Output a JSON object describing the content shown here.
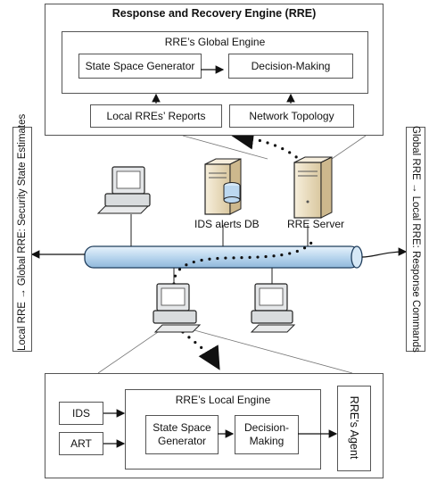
{
  "rre": {
    "title": "Response and Recovery Engine (RRE)",
    "global_engine": {
      "title": "RRE’s Global Engine",
      "state_space_generator": "State Space Generator",
      "decision_making": "Decision-Making"
    },
    "local_reports": "Local RREs’ Reports",
    "network_topology": "Network Topology"
  },
  "network": {
    "ids_alerts_db": "IDS alerts DB",
    "rre_server": "RRE Server"
  },
  "side_labels": {
    "left": "Local RRE → Global RRE: Security State Estimates",
    "right": "Global RRE → Local RRE: Response Commands"
  },
  "local": {
    "title": "RRE’s Local Engine",
    "ids": "IDS",
    "art": "ART",
    "state_space_generator": "State Space Generator",
    "decision_making": "Decision-Making",
    "agent": "RRE’s Agent"
  },
  "colors": {
    "pipe": "#cfe3f2",
    "pipe_edge": "#1f3d5c",
    "server": "#efe3c8",
    "db": "#bcd8f0"
  }
}
